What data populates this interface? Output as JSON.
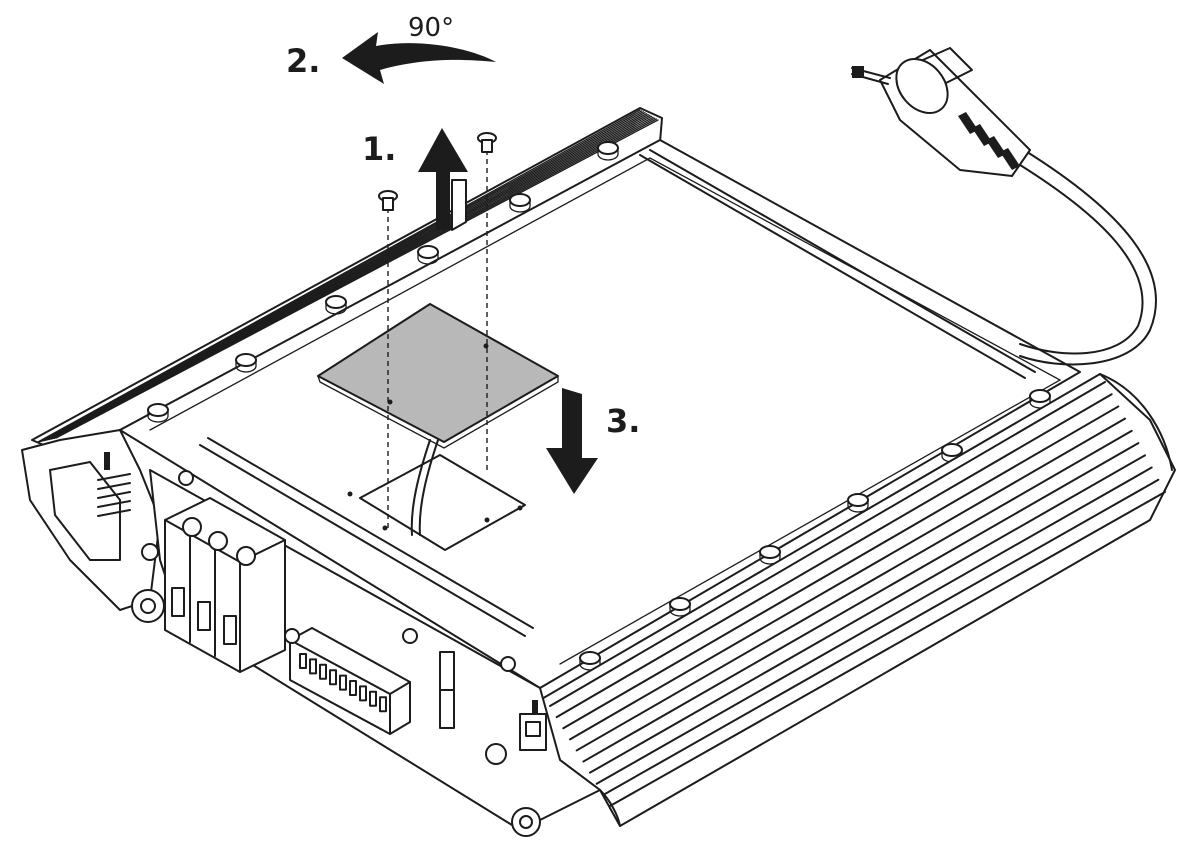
{
  "steps": {
    "step1": "1.",
    "step2": "2.",
    "step3": "3.",
    "rotation": "90°"
  },
  "colors": {
    "line": "#1c1c1c",
    "cover_plate": "#b8b8b8",
    "background": "#ffffff"
  }
}
